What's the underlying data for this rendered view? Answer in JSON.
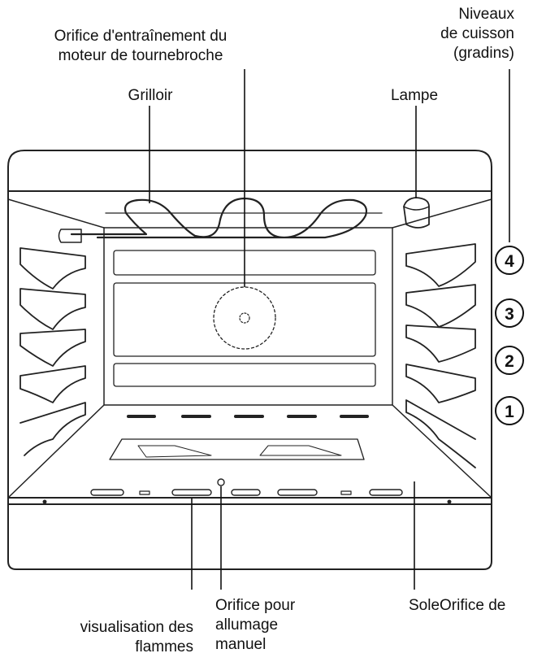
{
  "diagram": {
    "labels": {
      "rotisserie": [
        "Orifice d'entraînement du",
        "moteur de tournebroche"
      ],
      "grill": "Grilloir",
      "lamp": "Lampe",
      "levels": [
        "Niveaux",
        "de cuisson",
        "(gradins)"
      ],
      "flame_view": [
        "visualisation des",
        "flammes"
      ],
      "ignition": [
        "Orifice pour",
        "allumage",
        "manuel"
      ],
      "sole": "SoleOrifice de"
    },
    "shelf_levels": [
      "4",
      "3",
      "2",
      "1"
    ]
  }
}
